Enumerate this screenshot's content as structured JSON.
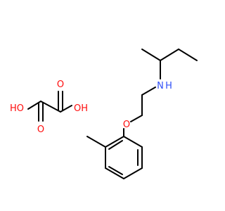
{
  "molecule": {
    "oxalic_acid": {
      "atoms": {
        "oh_left": "HO",
        "o_top": "O",
        "o_bottom": "O",
        "oh_right": "OH"
      }
    },
    "amine": {
      "atoms": {
        "nitrogen": "N",
        "hydrogen": "H",
        "ether_oxygen": "O"
      }
    }
  },
  "colors": {
    "bond": "#000000",
    "oxygen": "#ff0d0d",
    "nitrogen": "#3050f8",
    "background": "#ffffff"
  }
}
